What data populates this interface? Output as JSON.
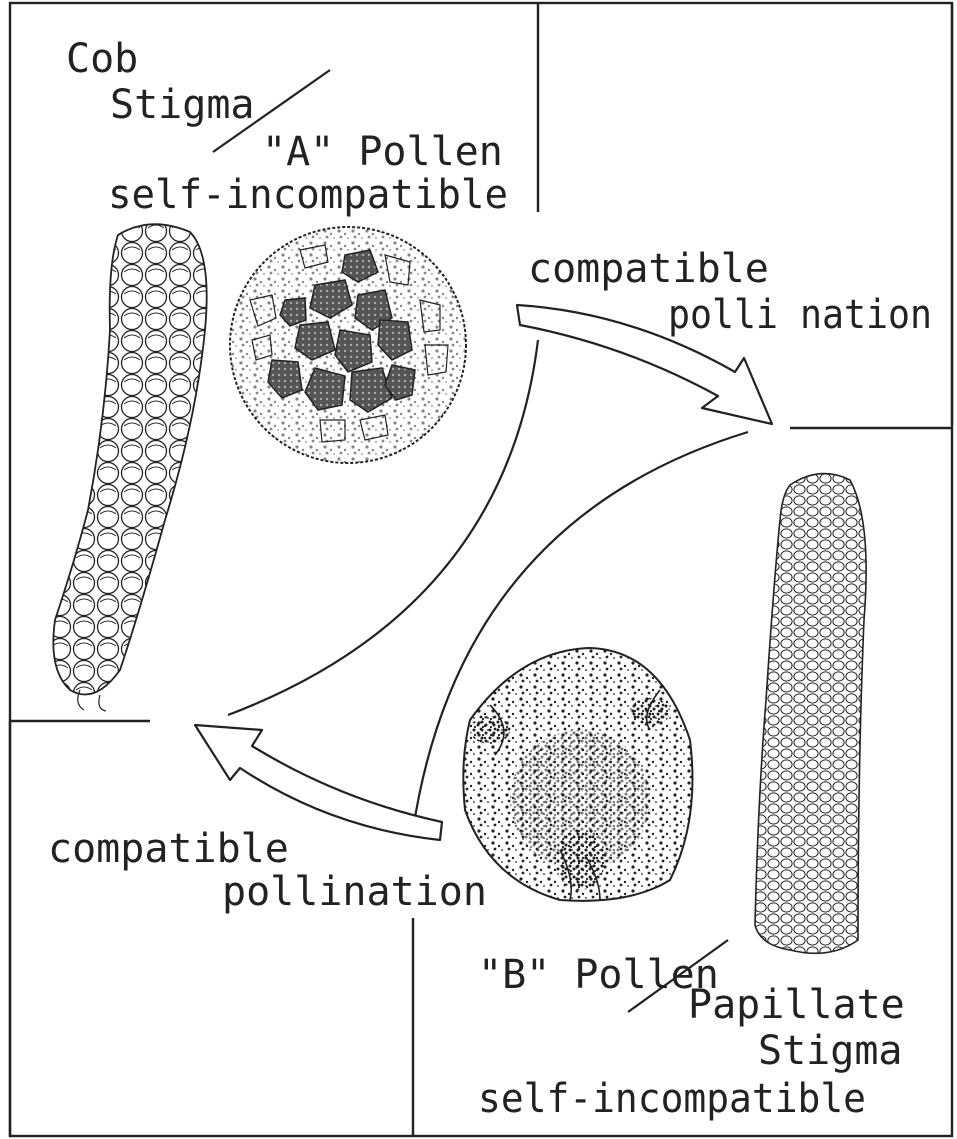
{
  "colors": {
    "ink": "#222222",
    "paper": "#ffffff"
  },
  "labels": {
    "cob_line1": "Cob",
    "cob_line2": "Stigma",
    "a_pollen": "\"A\" Pollen",
    "a_self_incompatible": "self-incompatible",
    "arrow_top_line1": "compatible",
    "arrow_top_line2": "polli nation",
    "arrow_bottom_line1": "compatible",
    "arrow_bottom_line2": "pollination",
    "b_pollen": "\"B\" Pollen",
    "papillate_line1": "Papillate",
    "papillate_line2": "Stigma",
    "b_self_incompatible": "self-incompatible"
  },
  "icons": {
    "cob_stigma": "cob-stigma-drawing",
    "pollen_a": "reticulate-pollen-drawing",
    "pollen_b": "psilate-pollen-drawing",
    "papillate_stigma": "papillate-stigma-drawing"
  }
}
